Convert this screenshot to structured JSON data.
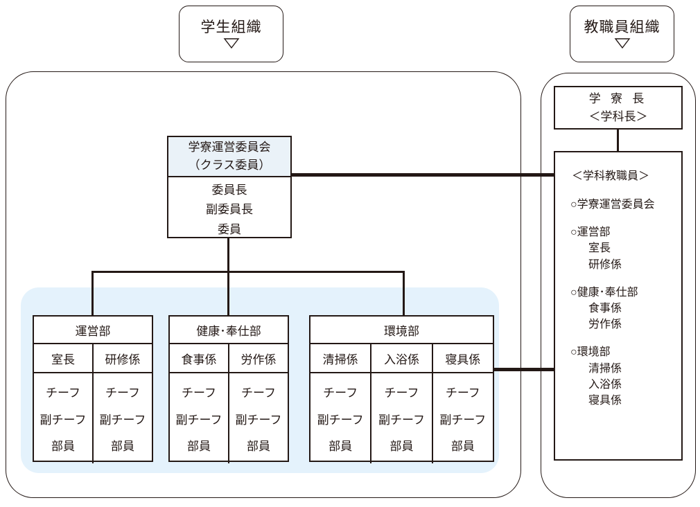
{
  "diagram": {
    "title_left": "学生組織",
    "title_right": "教職員組織",
    "marker_icon": "triangle-down-icon"
  },
  "student_org": {
    "committee": {
      "header_line1": "学寮運営委員会",
      "header_line2": "（クラス委員）",
      "roles": [
        "委員長",
        "副委員長",
        "委員"
      ]
    },
    "departments": [
      {
        "name": "運営部",
        "sections": [
          "室長",
          "研修係"
        ],
        "roles": [
          "チーフ",
          "副チーフ",
          "部員"
        ]
      },
      {
        "name": "健康･奉仕部",
        "sections": [
          "食事係",
          "労作係"
        ],
        "roles": [
          "チーフ",
          "副チーフ",
          "部員"
        ]
      },
      {
        "name": "環境部",
        "sections": [
          "清掃係",
          "入浴係",
          "寝具係"
        ],
        "roles": [
          "チーフ",
          "副チーフ",
          "部員"
        ]
      }
    ]
  },
  "faculty_org": {
    "chief": {
      "line1": "学 寮 長",
      "line2": "＜学科長＞"
    },
    "staff": {
      "title": "＜学科教職員＞",
      "groups": [
        {
          "head": "○学寮運営委員会",
          "subs": []
        },
        {
          "head": "○運営部",
          "subs": [
            "室長",
            "研修係"
          ]
        },
        {
          "head": "○健康･奉仕部",
          "subs": [
            "食事係",
            "労作係"
          ]
        },
        {
          "head": "○環境部",
          "subs": [
            "清掃係",
            "入浴係",
            "寝具係"
          ]
        }
      ]
    }
  },
  "colors": {
    "stroke": "#231815",
    "panel_blue": "#e4f2fc",
    "header_blue": "#eaf2f8",
    "background": "#ffffff"
  }
}
